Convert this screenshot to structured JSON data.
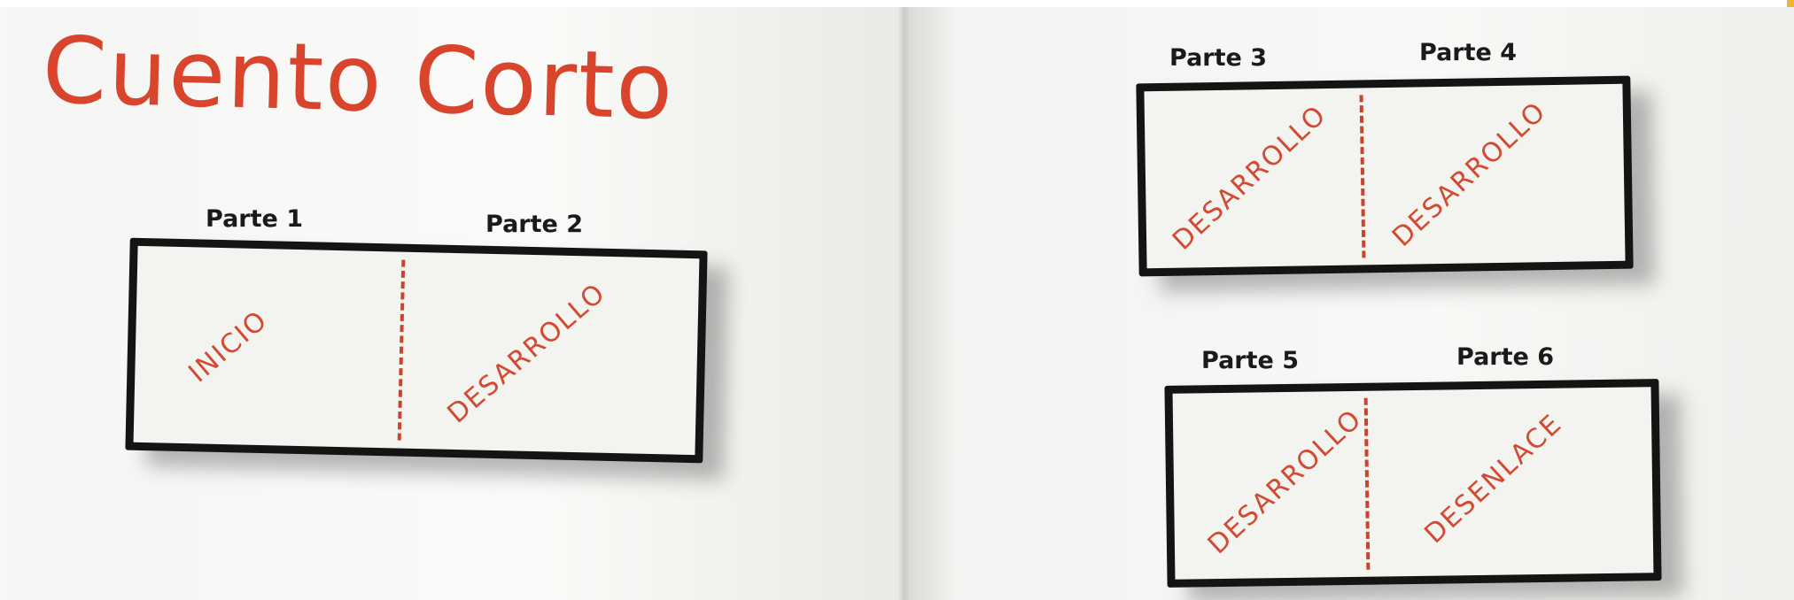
{
  "title": "Cuento Corto",
  "colors": {
    "accent": "#d24a31",
    "ink": "#141414",
    "paper": "#f7f7f5"
  },
  "panels": [
    {
      "left_label": "Parte 1",
      "right_label": "Parte 2",
      "left_text": "INICIO",
      "right_text": "DESARROLLO"
    },
    {
      "left_label": "Parte 3",
      "right_label": "Parte 4",
      "left_text": "DESARROLLO",
      "right_text": "DESARROLLO"
    },
    {
      "left_label": "Parte 5",
      "right_label": "Parte 6",
      "left_text": "DESARROLLO",
      "right_text": "DESENLACE"
    }
  ]
}
